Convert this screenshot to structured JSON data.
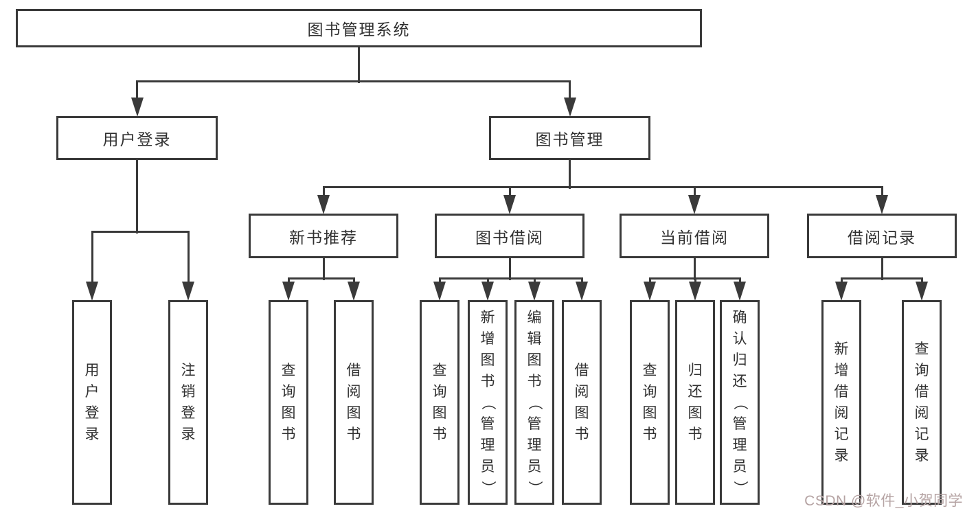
{
  "diagram": {
    "title": "图书管理系统",
    "nodes": [
      {
        "id": "root",
        "label": "图书管理系统"
      },
      {
        "id": "user-login",
        "label": "用户登录"
      },
      {
        "id": "book-mgmt",
        "label": "图书管理"
      },
      {
        "id": "new-book-rec",
        "label": "新书推荐"
      },
      {
        "id": "book-borrow",
        "label": "图书借阅"
      },
      {
        "id": "current-borrow",
        "label": "当前借阅"
      },
      {
        "id": "borrow-records",
        "label": "借阅记录"
      },
      {
        "id": "login",
        "label": "用户登录"
      },
      {
        "id": "logout",
        "label": "注销登录"
      },
      {
        "id": "nb-query",
        "label": "查询图书"
      },
      {
        "id": "nb-borrow",
        "label": "借阅图书"
      },
      {
        "id": "bb-query",
        "label": "查询图书"
      },
      {
        "id": "bb-add",
        "label": "新增图书（管理员）"
      },
      {
        "id": "bb-edit",
        "label": "编辑图书（管理员）"
      },
      {
        "id": "bb-borrow",
        "label": "借阅图书"
      },
      {
        "id": "cb-query",
        "label": "查询图书"
      },
      {
        "id": "cb-return",
        "label": "归还图书"
      },
      {
        "id": "cb-confirm",
        "label": "确认归还（管理员）"
      },
      {
        "id": "br-add",
        "label": "新增借阅记录"
      },
      {
        "id": "br-query",
        "label": "查询借阅记录"
      }
    ],
    "hierarchy": {
      "root": [
        "user-login",
        "book-mgmt"
      ],
      "user-login": [
        "login",
        "logout"
      ],
      "book-mgmt": [
        "new-book-rec",
        "book-borrow",
        "current-borrow",
        "borrow-records"
      ],
      "new-book-rec": [
        "nb-query",
        "nb-borrow"
      ],
      "book-borrow": [
        "bb-query",
        "bb-add",
        "bb-edit",
        "bb-borrow"
      ],
      "current-borrow": [
        "cb-query",
        "cb-return",
        "cb-confirm"
      ],
      "borrow-records": [
        "br-add",
        "br-query"
      ]
    }
  },
  "watermark": {
    "text": "CSDN @软件_小贺同学",
    "color": "#b5a3a3"
  },
  "colors": {
    "line": "#3a3a3a",
    "border": "#3a3a3a",
    "text": "#303030",
    "background": "#ffffff"
  }
}
